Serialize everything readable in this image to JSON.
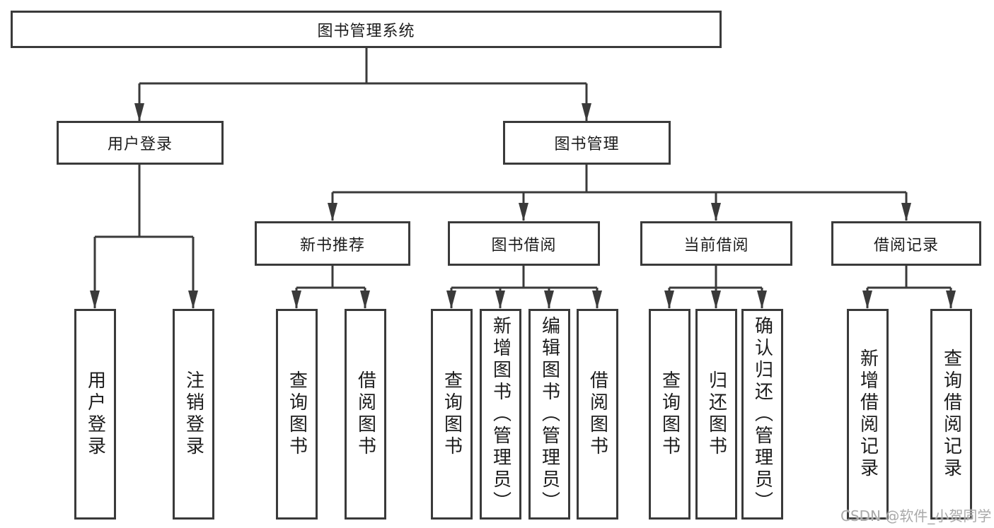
{
  "diagram": {
    "root": {
      "label": "图书管理系统"
    },
    "level2": [
      {
        "label": "用户登录"
      },
      {
        "label": "图书管理"
      }
    ],
    "level3": [
      {
        "label": "新书推荐",
        "parent": "图书管理"
      },
      {
        "label": "图书借阅",
        "parent": "图书管理"
      },
      {
        "label": "当前借阅",
        "parent": "图书管理"
      },
      {
        "label": "借阅记录",
        "parent": "图书管理"
      }
    ],
    "leaves": [
      {
        "label": "用户登录",
        "parent": "用户登录"
      },
      {
        "label": "注销登录",
        "parent": "用户登录"
      },
      {
        "label": "查询图书",
        "parent": "新书推荐"
      },
      {
        "label": "借阅图书",
        "parent": "新书推荐"
      },
      {
        "label": "查询图书",
        "parent": "图书借阅"
      },
      {
        "label": "新增图书（管理员）",
        "parent": "图书借阅"
      },
      {
        "label": "编辑图书（管理员）",
        "parent": "图书借阅"
      },
      {
        "label": "借阅图书",
        "parent": "图书借阅"
      },
      {
        "label": "查询图书",
        "parent": "当前借阅"
      },
      {
        "label": "归还图书",
        "parent": "当前借阅"
      },
      {
        "label": "确认归还（管理员）",
        "parent": "当前借阅"
      },
      {
        "label": "新增借阅记录",
        "parent": "借阅记录"
      },
      {
        "label": "查询借阅记录",
        "parent": "借阅记录"
      }
    ],
    "watermark": "CSDN @软件_小贺同学",
    "colors": {
      "line": "#3a3a3a",
      "text": "#1c1c1c",
      "background": "#ffffff",
      "watermark": "#a9a9a9"
    }
  }
}
